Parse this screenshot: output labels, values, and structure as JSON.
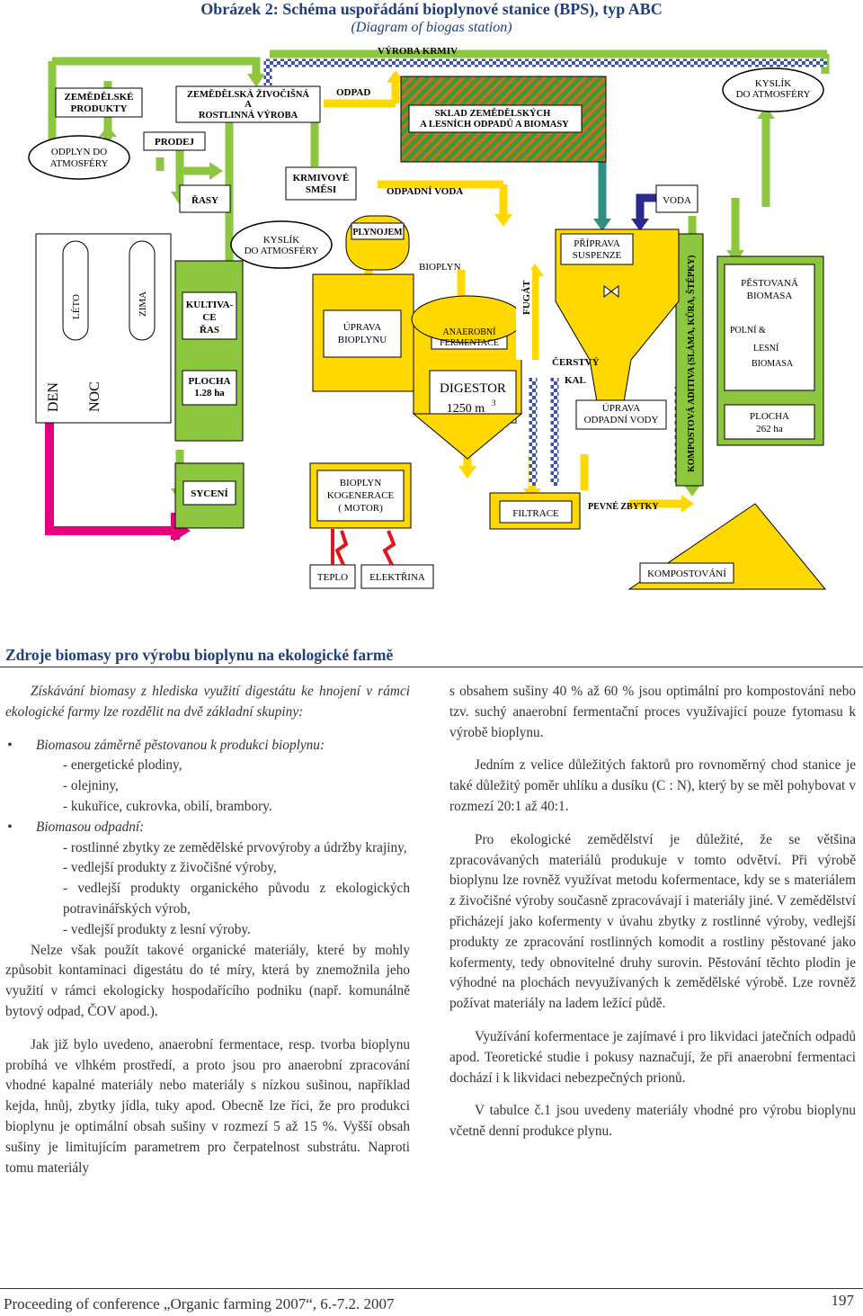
{
  "figure": {
    "title": "Obrázek 2: Schéma uspořádání bioplynové stanice (BPS), typ ABC",
    "subtitle": "(Diagram of biogas station)",
    "labels": {
      "vyroba_krmiv": "VÝROBA KRMIV",
      "zemedelske_produkty_1": "ZEMĚDĚLSKÉ",
      "zemedelske_produkty_2": "PRODUKTY",
      "zem_vyroba_1": "ZEMĚDĚLSKÁ ŽIVOČIŠNÁ",
      "zem_vyroba_2": "A",
      "zem_vyroba_3": "ROSTLINNÁ VÝROBA",
      "odpad": "ODPAD",
      "sklad_1": "SKLAD ZEMĚDĚLSKÝCH",
      "sklad_2": "A LESNÍCH ODPADŮ A BIOMASY",
      "kyslik_top_1": "KYSLÍK",
      "kyslik_top_2": "DO ATMOSFÉRY",
      "odplyn_1": "ODPLYN DO",
      "odplyn_2": "ATMOSFÉRY",
      "prodej": "PRODEJ",
      "krmivove_1": "KRMIVOVÉ",
      "krmivove_2": "SMĚSI",
      "rasy": "ŘASY",
      "odpadni_voda": "ODPADNÍ VODA",
      "voda": "VODA",
      "leto": "LÉTO",
      "zima": "ZIMA",
      "den": "DEN",
      "noc": "NOC",
      "kyslik_mid_1": "KYSLÍK",
      "kyslik_mid_2": "DO ATMOSFÉRY",
      "plynojem": "PLYNOJEM",
      "bioplyn": "BIOPLYN",
      "priprava_1": "PŘÍPRAVA",
      "priprava_2": "SUSPENZE",
      "kultivace_1": "KULTIVA-",
      "kultivace_2": "CE",
      "kultivace_3": "ŘAS",
      "plocha_left_1": "PLOCHA",
      "plocha_left_2": "1.28 ha",
      "uprava_bioplynu_1": "ÚPRAVA",
      "uprava_bioplynu_2": "BIOPLYNU",
      "fugat": "FUGÁT",
      "anaerobni_1": "ANAEROBNÍ",
      "anaerobni_2": "FERMENTACE",
      "digestor_1": "DIGESTOR",
      "digestor_2": "1250 m",
      "digestor_sup": "3",
      "cerstvy": "ČERSTVÝ",
      "kal": "KAL",
      "uprava_vody_1": "ÚPRAVA",
      "uprava_vody_2": "ODPADNÍ VODY",
      "kompostova": "KOMPOSTOVÁ ADITIVA (SLÁMA, KŮRA, ŠTĚPKY)",
      "pestovana_1": "PĚSTOVANÁ",
      "pestovana_2": "BIOMASA",
      "polni": "POLNÍ &",
      "lesni": "LESNÍ",
      "biomasa": "BIOMASA",
      "plocha_right_1": "PLOCHA",
      "plocha_right_2": "262 ha",
      "syceni": "SYCENÍ",
      "kogen_1": "BIOPLYN",
      "kogen_2": "KOGENERACE",
      "kogen_3": "( MOTOR)",
      "filtrace": "FILTRACE",
      "pevne": "PEVNÉ ZBYTKY",
      "teplo": "TEPLO",
      "elektrina": "ELEKTŘINA",
      "kompostovani": "KOMPOSTOVÁNÍ"
    },
    "colors": {
      "green": "#8dc63f",
      "yellow": "#ffd800",
      "magenta": "#e6007e",
      "teal": "#2f8f84",
      "navy": "#2b2a8f",
      "red": "#e3141b",
      "checker": "#3a55a4"
    }
  },
  "section_title": "Zdroje biomasy pro výrobu bioplynu na ekologické farmě",
  "left": {
    "intro": "Získávání biomasy z hlediska využití digestátu ke hnojení v rámci ekologické farmy lze rozdělit na dvě základní skupiny:",
    "b1_label": "Biomasou záměrně pěstovanou k produkci bioplynu:",
    "b1_items": [
      "- energetické plodiny,",
      "- olejniny,",
      "- kukuřice, cukrovka, obilí, brambory."
    ],
    "b2_label": "Biomasou odpadní:",
    "b2_items": [
      "- rostlinné zbytky ze zemědělské prvovýroby a údržby krajiny,",
      "- vedlejší produkty z živočišné výroby,",
      "- vedlejší produkty organického původu z ekologických potravinářských výrob,",
      "- vedlejší produkty z lesní výroby."
    ],
    "p1": "Nelze však použít takové organické materiály, které by mohly způsobit kontaminaci digestátu do té míry, která by znemožnila jeho využití v rámci ekologicky hospodařícího podniku (např. komunálně bytový odpad, ČOV apod.).",
    "p2": "Jak již bylo uvedeno, anaerobní fermentace, resp. tvorba bioplynu probíhá ve vlhkém prostředí, a proto jsou pro anaerobní zpracování vhodné kapalné materiály nebo materiály s nízkou sušinou, například kejda, hnůj, zbytky jídla, tuky apod. Obecně lze říci, že pro produkci bioplynu je optimální obsah sušiny v rozmezí 5 až 15 %. Vyšší obsah sušiny je limitujícím parametrem pro čerpatelnost substrátu. Naproti tomu materiály"
  },
  "right": {
    "p1": "s obsahem sušiny 40 % až 60 % jsou optimální pro kompostování nebo tzv. suchý anaerobní fermentační proces využívající pouze fytomasu k výrobě bioplynu.",
    "p2": "Jedním z velice důležitých faktorů pro rovnoměrný chod stanice je také důležitý poměr uhlíku a dusíku (C : N), který by se měl pohybovat v rozmezí 20:1 až 40:1.",
    "p3": "Pro ekologické zemědělství je důležité, že se většina zpracovávaných materiálů produkuje v tomto odvětví. Při výrobě bioplynu lze rovněž využívat metodu kofermentace, kdy se s materiálem z živočišné výroby současně zpracovávají i materiály jiné. V zemědělství přicházejí jako kofermenty v úvahu zbytky z rostlinné výroby, vedlejší produkty ze zpracování rostlinných komodit a rostliny pěstované jako kofermenty, tedy obnovitelné druhy surovin. Pěstování těchto plodin je výhodné na plochách nevyužívaných k zemědělské výrobě. Lze rovněž požívat materiály na ladem ležící půdě.",
    "p4": "Využívání kofermentace je zajímavé i pro likvidaci jatečních odpadů apod. Teoretické studie i pokusy naznačují, že při anaerobní fermentaci dochází i k likvidaci nebezpečných prionů.",
    "p5": "V tabulce č.1 jsou uvedeny materiály vhodné pro výrobu bioplynu včetně denní produkce plynu."
  },
  "footer": "Proceeding of conference „Organic farming 2007“, 6.-7.2. 2007",
  "page_number": "197"
}
